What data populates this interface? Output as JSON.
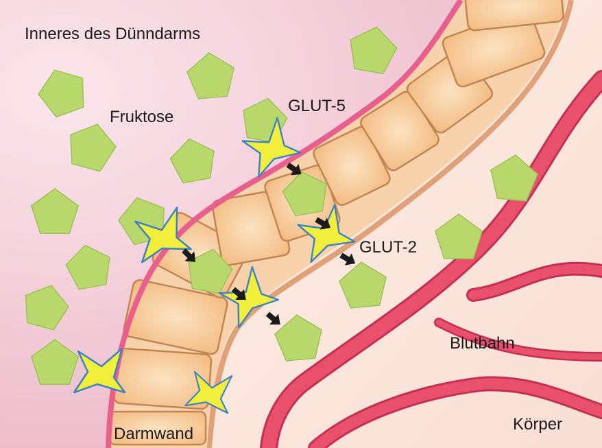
{
  "labels": {
    "lumen": "Inneres des Dünndarms",
    "fructose": "Fruktose",
    "glut5": "GLUT-5",
    "glut2": "GLUT-2",
    "wall": "Darmwand",
    "bloodstream": "Blutbahn",
    "body": "Körper"
  },
  "icons": {
    "molecule": "pentagon-icon",
    "transporter": "chevron-transporter-icon",
    "transport_arrow": "arrow-icon"
  },
  "colors": {
    "lumen": "#f2c6d2",
    "membrane": "#e85f8e",
    "cell_fill": "#f6c48c",
    "cell_border": "#c08553",
    "basal_layer": "#e0a078",
    "body_tissue": "#fbe5dc",
    "vessel": "#e8506c",
    "vessel_dark": "#c43052",
    "fructose": "#b8d86c",
    "fructose_stroke": "#9cc257",
    "transporter_fill": "#f2ee3c",
    "transporter_stroke": "#3a82c4",
    "arrow": "#1a1a1a"
  }
}
